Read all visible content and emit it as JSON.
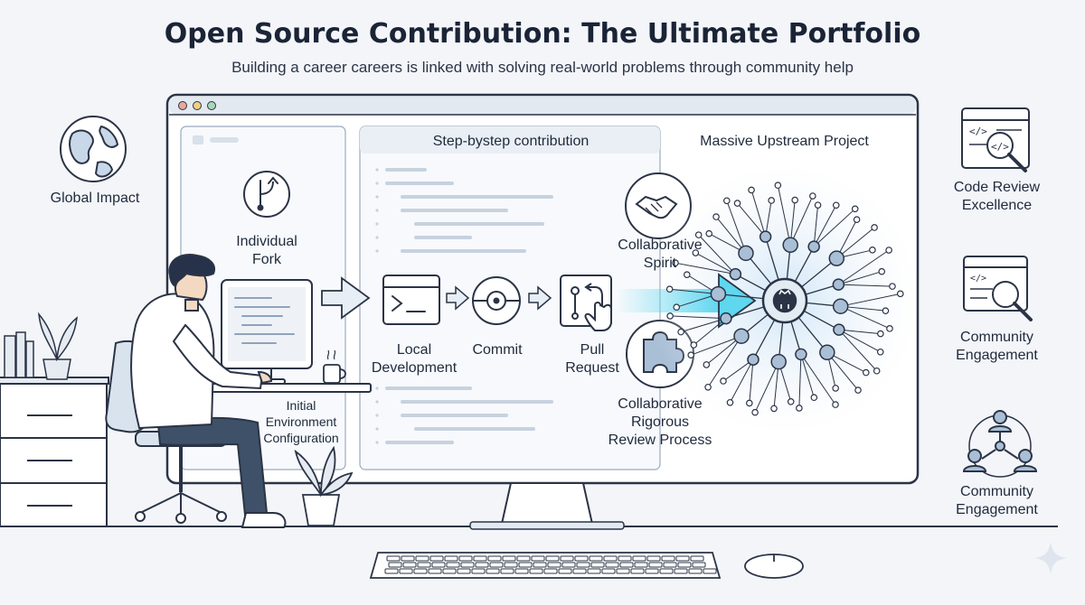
{
  "title": "Open Source Contribution: The Ultimate Portfolio",
  "subtitle": "Building a career careers is linked with solving real-world problems through community help",
  "left": {
    "global_impact": "Global Impact",
    "individual_fork": "Individual Fork",
    "initial_env": [
      "Initial",
      "Environment",
      "Configuration"
    ]
  },
  "steps": {
    "panel_title": "Step-bystep contribution",
    "local_development": [
      "Local",
      "Development"
    ],
    "commit": "Commit",
    "pull_request": [
      "Pull",
      "Request"
    ]
  },
  "collab": {
    "spirit": [
      "Collaborative",
      "Spirit"
    ],
    "review": [
      "Collaborative",
      "Rigorous",
      "Review Process"
    ]
  },
  "upstream": {
    "title": "Massive Upstream Project",
    "hub_icon": "github-icon"
  },
  "right": {
    "code_review": [
      "Code Review",
      "Excellence"
    ],
    "community_engagement_1": [
      "Community",
      "Engagement"
    ],
    "community_engagement_2": [
      "Community",
      "Engagement"
    ]
  },
  "colors": {
    "ink": "#2b3446",
    "accent": "#2f8fe0",
    "cyan": "#5fd7ef",
    "node_fill": "#a9bfd6",
    "panel": "#ffffff",
    "background": "#f3f5f9"
  }
}
